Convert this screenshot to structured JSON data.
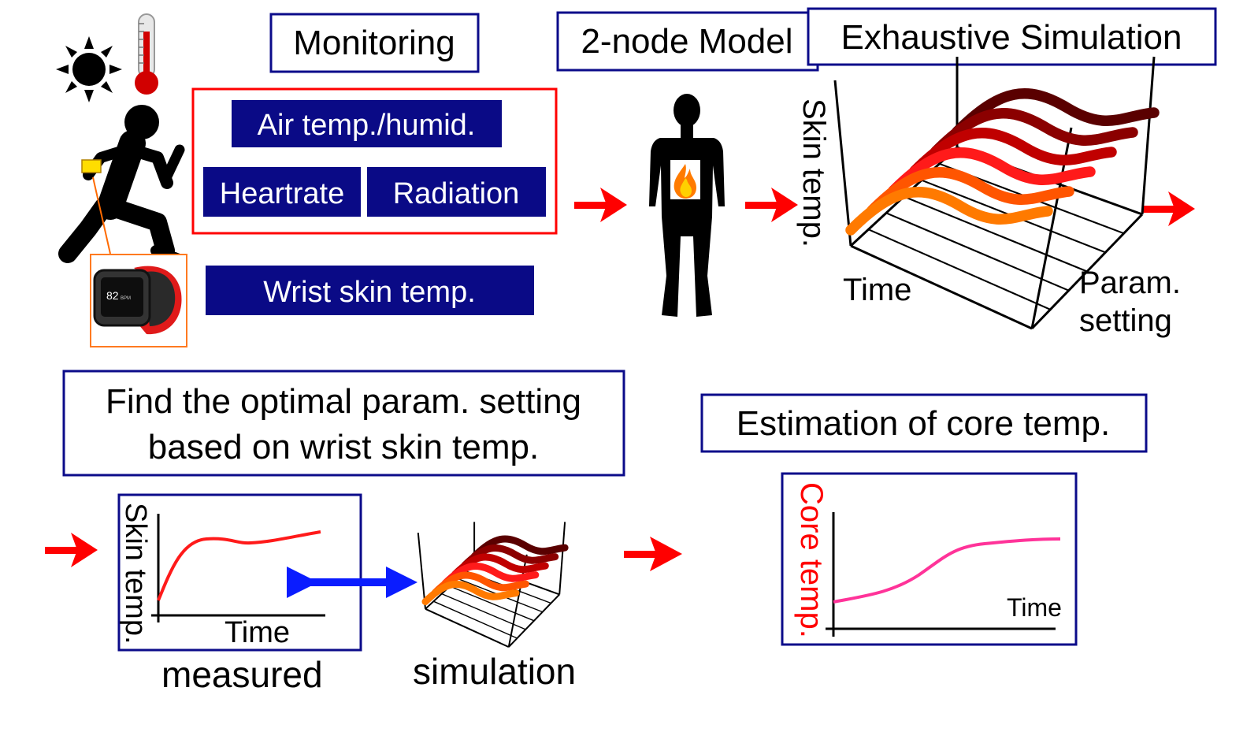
{
  "monitoring": {
    "title": "Monitoring",
    "items": [
      "Air temp./humid.",
      "Heartrate",
      "Radiation"
    ],
    "wrist_item": "Wrist skin temp."
  },
  "model": {
    "title": "2-node Model"
  },
  "simulation": {
    "title": "Exhaustive Simulation",
    "y_label": "Skin temp.",
    "x_label": "Time",
    "z_label_line1": "Param.",
    "z_label_line2": "setting"
  },
  "optimal": {
    "title_line1": "Find the optimal param. setting",
    "title_line2": "based on wrist skin temp.",
    "measured_y_label": "Skin temp.",
    "measured_x_label": "Time",
    "measured_caption": "measured",
    "simulation_caption": "simulation"
  },
  "estimation": {
    "title": "Estimation of core temp.",
    "y_label": "Core temp.",
    "x_label": "Time"
  },
  "watch": {
    "display_value": "82",
    "display_unit": "BPM"
  },
  "colors": {
    "navy": "#0a0a86",
    "box_border": "#0b0b8a",
    "arrow_red": "#ff0000",
    "double_arrow": "#0a1cff",
    "measured_curve": "#ff1a1a",
    "core_curve": "#ff3399",
    "curves": [
      "#5a0000",
      "#8b0000",
      "#c00000",
      "#ff1a1a",
      "#ff5500",
      "#ff7a00"
    ]
  }
}
